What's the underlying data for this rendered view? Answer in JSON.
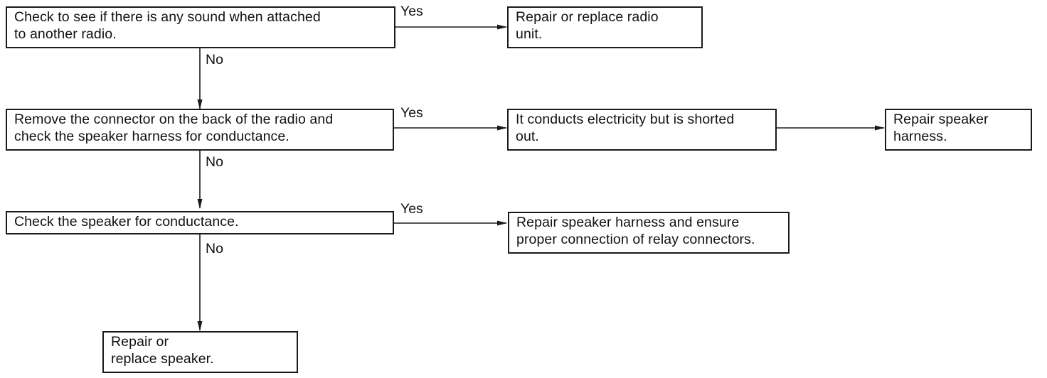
{
  "diagram": {
    "nodes": {
      "check_other_radio": "Check to see if there is any sound when attached\nto another radio.",
      "repair_radio": "Repair or replace radio\nunit.",
      "check_harness": "Remove the connector on the back of the radio and\ncheck the speaker harness for conductance.",
      "shorted_out": "It conducts electricity but is shorted\nout.",
      "repair_harness": "Repair speaker\nharness.",
      "check_speaker": "Check the speaker for conductance.",
      "repair_harness_relay": "Repair speaker harness and ensure\nproper connection of relay connectors.",
      "repair_speaker": "Repair or\nreplace speaker."
    },
    "edge_labels": {
      "yes_1": "Yes",
      "no_1": "No",
      "yes_2": "Yes",
      "no_2": "No",
      "yes_3": "Yes",
      "no_3": "No"
    }
  }
}
